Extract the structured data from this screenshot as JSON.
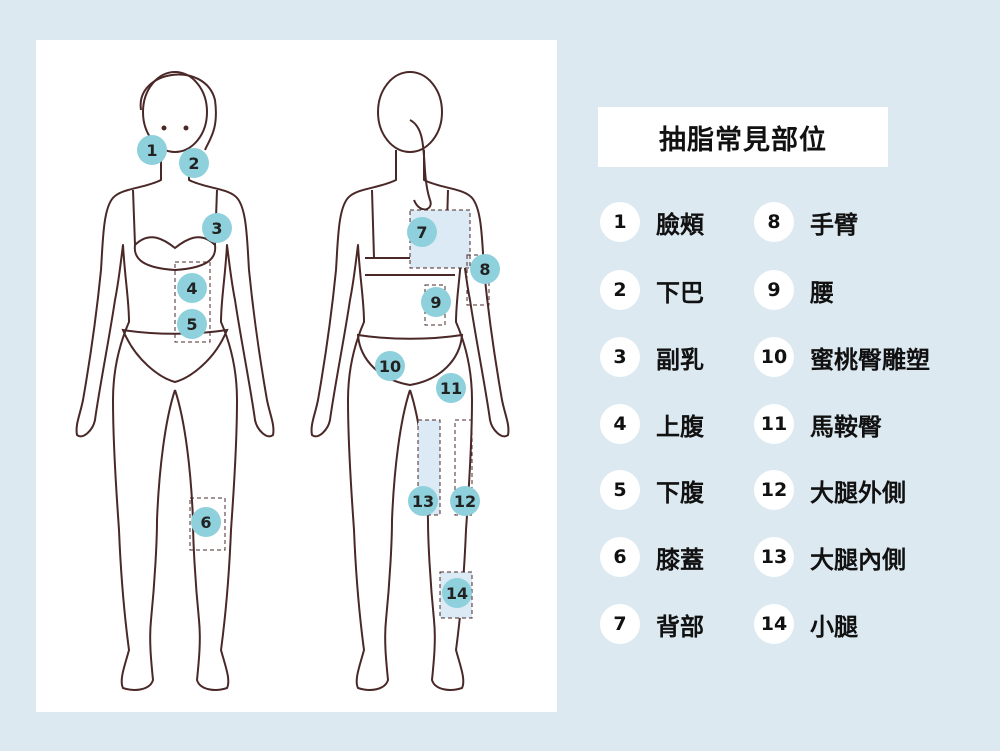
{
  "title": "抽脂常見部位",
  "colors": {
    "background": "#dce9f1",
    "marker": "#8fd0dd",
    "outline": "#4a2828",
    "region": "#dbeaf5"
  },
  "items": [
    {
      "num": "1",
      "label": "臉頰"
    },
    {
      "num": "2",
      "label": "下巴"
    },
    {
      "num": "3",
      "label": "副乳"
    },
    {
      "num": "4",
      "label": "上腹"
    },
    {
      "num": "5",
      "label": "下腹"
    },
    {
      "num": "6",
      "label": "膝蓋"
    },
    {
      "num": "7",
      "label": "背部"
    },
    {
      "num": "8",
      "label": "手臂"
    },
    {
      "num": "9",
      "label": "腰"
    },
    {
      "num": "10",
      "label": "蜜桃臀雕塑"
    },
    {
      "num": "11",
      "label": "馬鞍臀"
    },
    {
      "num": "12",
      "label": "大腿外側"
    },
    {
      "num": "13",
      "label": "大腿內側"
    },
    {
      "num": "14",
      "label": "小腿"
    }
  ]
}
